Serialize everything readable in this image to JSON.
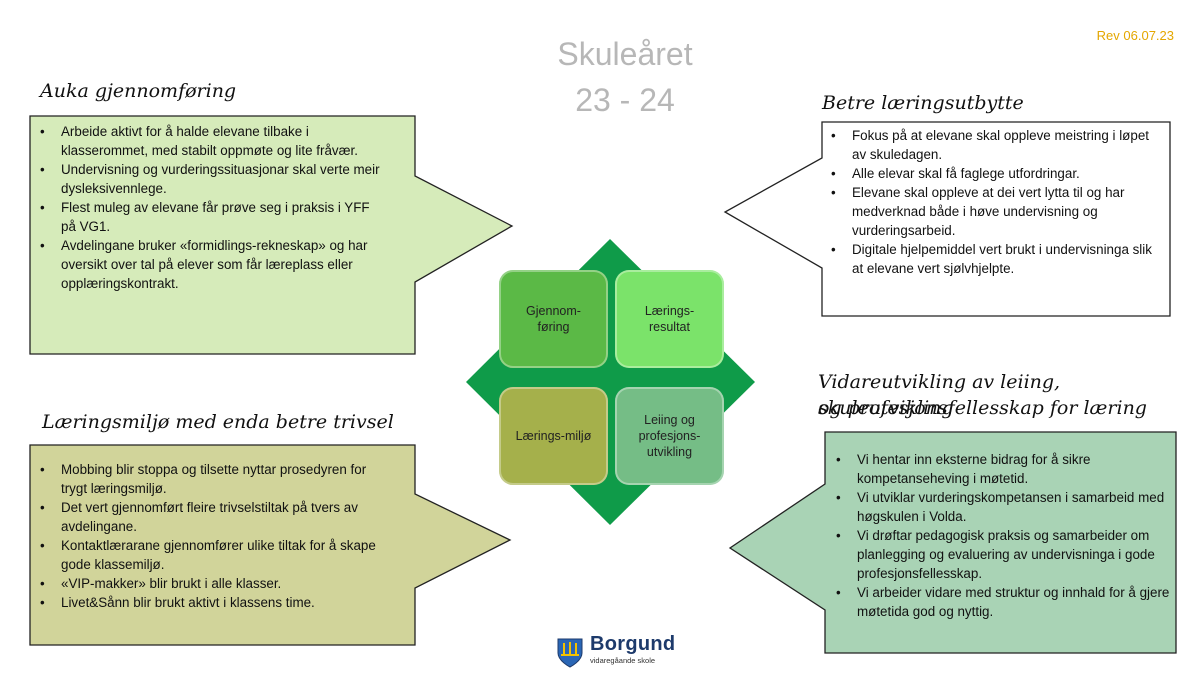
{
  "header": {
    "title_line1": "Skuleåret",
    "title_line2": "23 - 24",
    "revision": "Rev 06.07.23"
  },
  "sections": {
    "top_left": {
      "heading": "Auka gjennomføring",
      "color": "#d6ebba",
      "items": [
        "Arbeide aktivt for å halde elevane tilbake i klasserommet, med stabilt oppmøte og lite fråvær.",
        "Undervisning og vurderingssituasjonar skal verte meir dysleksivennlege.",
        "Flest muleg av elevane får prøve seg i praksis i YFF på VG1.",
        "Avdelingane bruker «formidlings-rekneskap» og har oversikt over tal på elever som får læreplass eller opplæringskontrakt."
      ]
    },
    "top_right": {
      "heading": "Betre læringsutbytte",
      "color": "#ffffff",
      "items": [
        "Fokus på at elevane skal oppleve meistring i løpet av skuledagen.",
        "Alle elevar skal få faglege utfordringar.",
        "Elevane skal oppleve at dei vert lytta til og har medverknad både i høve undervisning og vurderingsarbeid.",
        "Digitale hjelpemiddel vert brukt i undervisninga slik at elevane vert sjølvhjelpte."
      ]
    },
    "bottom_left": {
      "heading": "Læringsmiljø med enda betre trivsel",
      "color": "#d1d49a",
      "items": [
        "Mobbing blir stoppa og tilsette nyttar prosedyren for trygt læringsmiljø.",
        "Det vert gjennomført fleire trivselstiltak på tvers av avdelingane.",
        "Kontaktlærarane gjennomfører ulike tiltak for å skape gode klassemiljø.",
        "«VIP-makker» blir brukt i alle klasser.",
        "Livet&Sånn blir brukt aktivt i klassens time."
      ]
    },
    "bottom_right": {
      "heading_line1": "Vidareutvikling av leiing, skuleutvikling",
      "heading_line2": "og profesjonsfellesskap for læring",
      "color": "#a9d3b5",
      "items": [
        "Vi hentar inn eksterne bidrag for å sikre kompetanseheving i møtetid.",
        "Vi utviklar vurderingskompetansen i samarbeid med høgskulen i Volda.",
        "Vi drøftar pedagogisk praksis og samarbeider om planlegging og evaluering av undervisninga i gode profesjonsfellesskap.",
        "Vi arbeider vidare med struktur og innhald for å gjere møtetida god og nyttig."
      ]
    }
  },
  "center": {
    "diamond_color": "#0f9b49",
    "tiles": [
      {
        "label": "Gjennom-\nføring",
        "color": "#5bb946"
      },
      {
        "label": "Lærings-\nresultat",
        "color": "#7be36a"
      },
      {
        "label": "Lærings-miljø",
        "color": "#a5b04b"
      },
      {
        "label": "Leiing og\nprofesjons-\nutvikling",
        "color": "#75bd86"
      }
    ]
  },
  "logo": {
    "name": "Borgund",
    "subtitle": "vidaregåande skole",
    "icon": "shield-crest-icon"
  }
}
